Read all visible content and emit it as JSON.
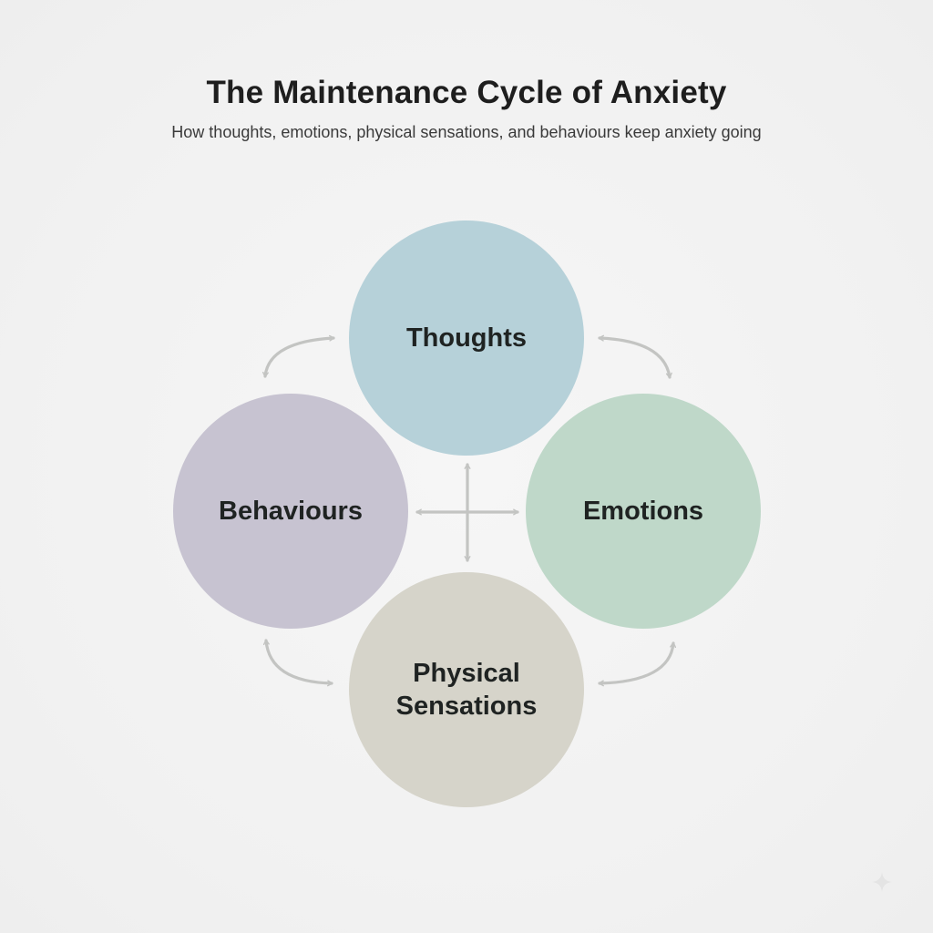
{
  "header": {
    "title": "The Maintenance Cycle of Anxiety",
    "subtitle": "How thoughts, emotions, physical sensations, and behaviours keep anxiety going"
  },
  "nodes": {
    "thoughts": {
      "label": "Thoughts",
      "color": "#b6d1d9"
    },
    "emotions": {
      "label": "Emotions",
      "color": "#bfd8c9"
    },
    "sensations": {
      "label": "Physical Sensations",
      "color": "#d6d4ca"
    },
    "behaviours": {
      "label": "Behaviours",
      "color": "#c7c3d1"
    }
  },
  "colors": {
    "arrow": "#c3c4c2",
    "background": "#f2f2f2"
  },
  "icons": [
    "sparkle-icon"
  ]
}
